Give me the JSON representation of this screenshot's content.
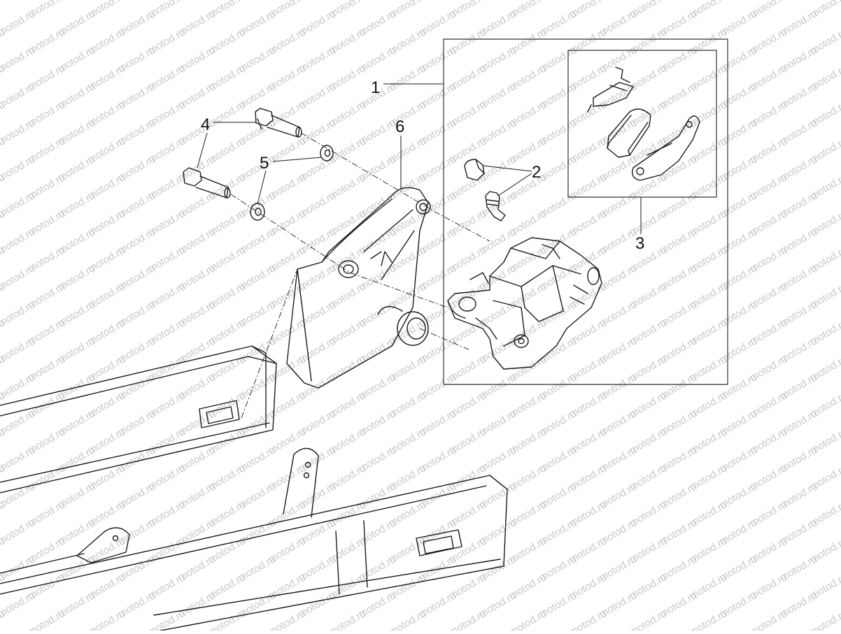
{
  "watermark": {
    "text": "motod.ru",
    "color": "#c8c8c8"
  },
  "colors": {
    "line": "#1a1a1a",
    "frame": "#333333",
    "background": "#ffffff"
  },
  "callouts": [
    {
      "id": "1",
      "label": "1"
    },
    {
      "id": "2",
      "label": "2"
    },
    {
      "id": "3",
      "label": "3"
    },
    {
      "id": "4",
      "label": "4"
    },
    {
      "id": "5",
      "label": "5"
    },
    {
      "id": "6",
      "label": "6"
    }
  ]
}
